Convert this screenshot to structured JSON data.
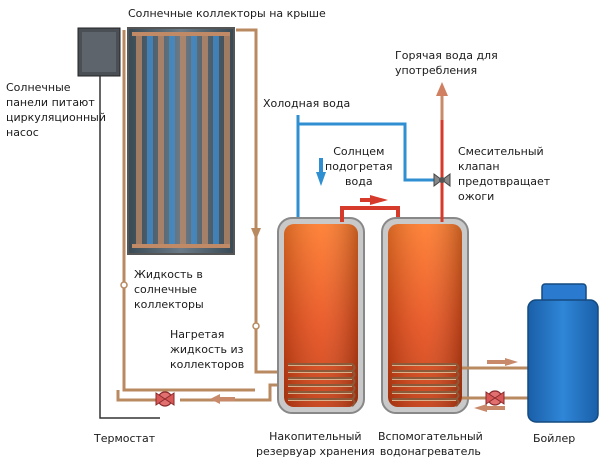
{
  "labels": {
    "collectors_roof": "Солнечные коллекторы на крыше",
    "solar_panels": "Солнечные\nпанели питают\nциркуляционный\nнасос",
    "cold_water": "Холодная вода",
    "hot_water": "Горячая вода для\nупотребления",
    "sun_heated": "Солнцем\nподогретая\nвода",
    "mixing_valve": "Смесительный\nклапан\nпредотвращает\nожоги",
    "fluid_to_collectors": "Жидкость в\nсолнечные\nколлекторы",
    "heated_fluid": "Нагретая\nжидкость из\nколлекторов",
    "thermostat": "Термостат",
    "storage_tank": "Накопительный\nрезервуар хранения",
    "aux_heater": "Вспомогательный\nводонагреватель",
    "boiler": "Бойлер"
  },
  "colors": {
    "copper_pipe": "#b98a60",
    "cold_pipe": "#2f8fd0",
    "hot_pipe": "#d63a2a",
    "tank_fill": "#e8501c",
    "boiler": "#1f6fc0",
    "pump": "#d85858"
  }
}
